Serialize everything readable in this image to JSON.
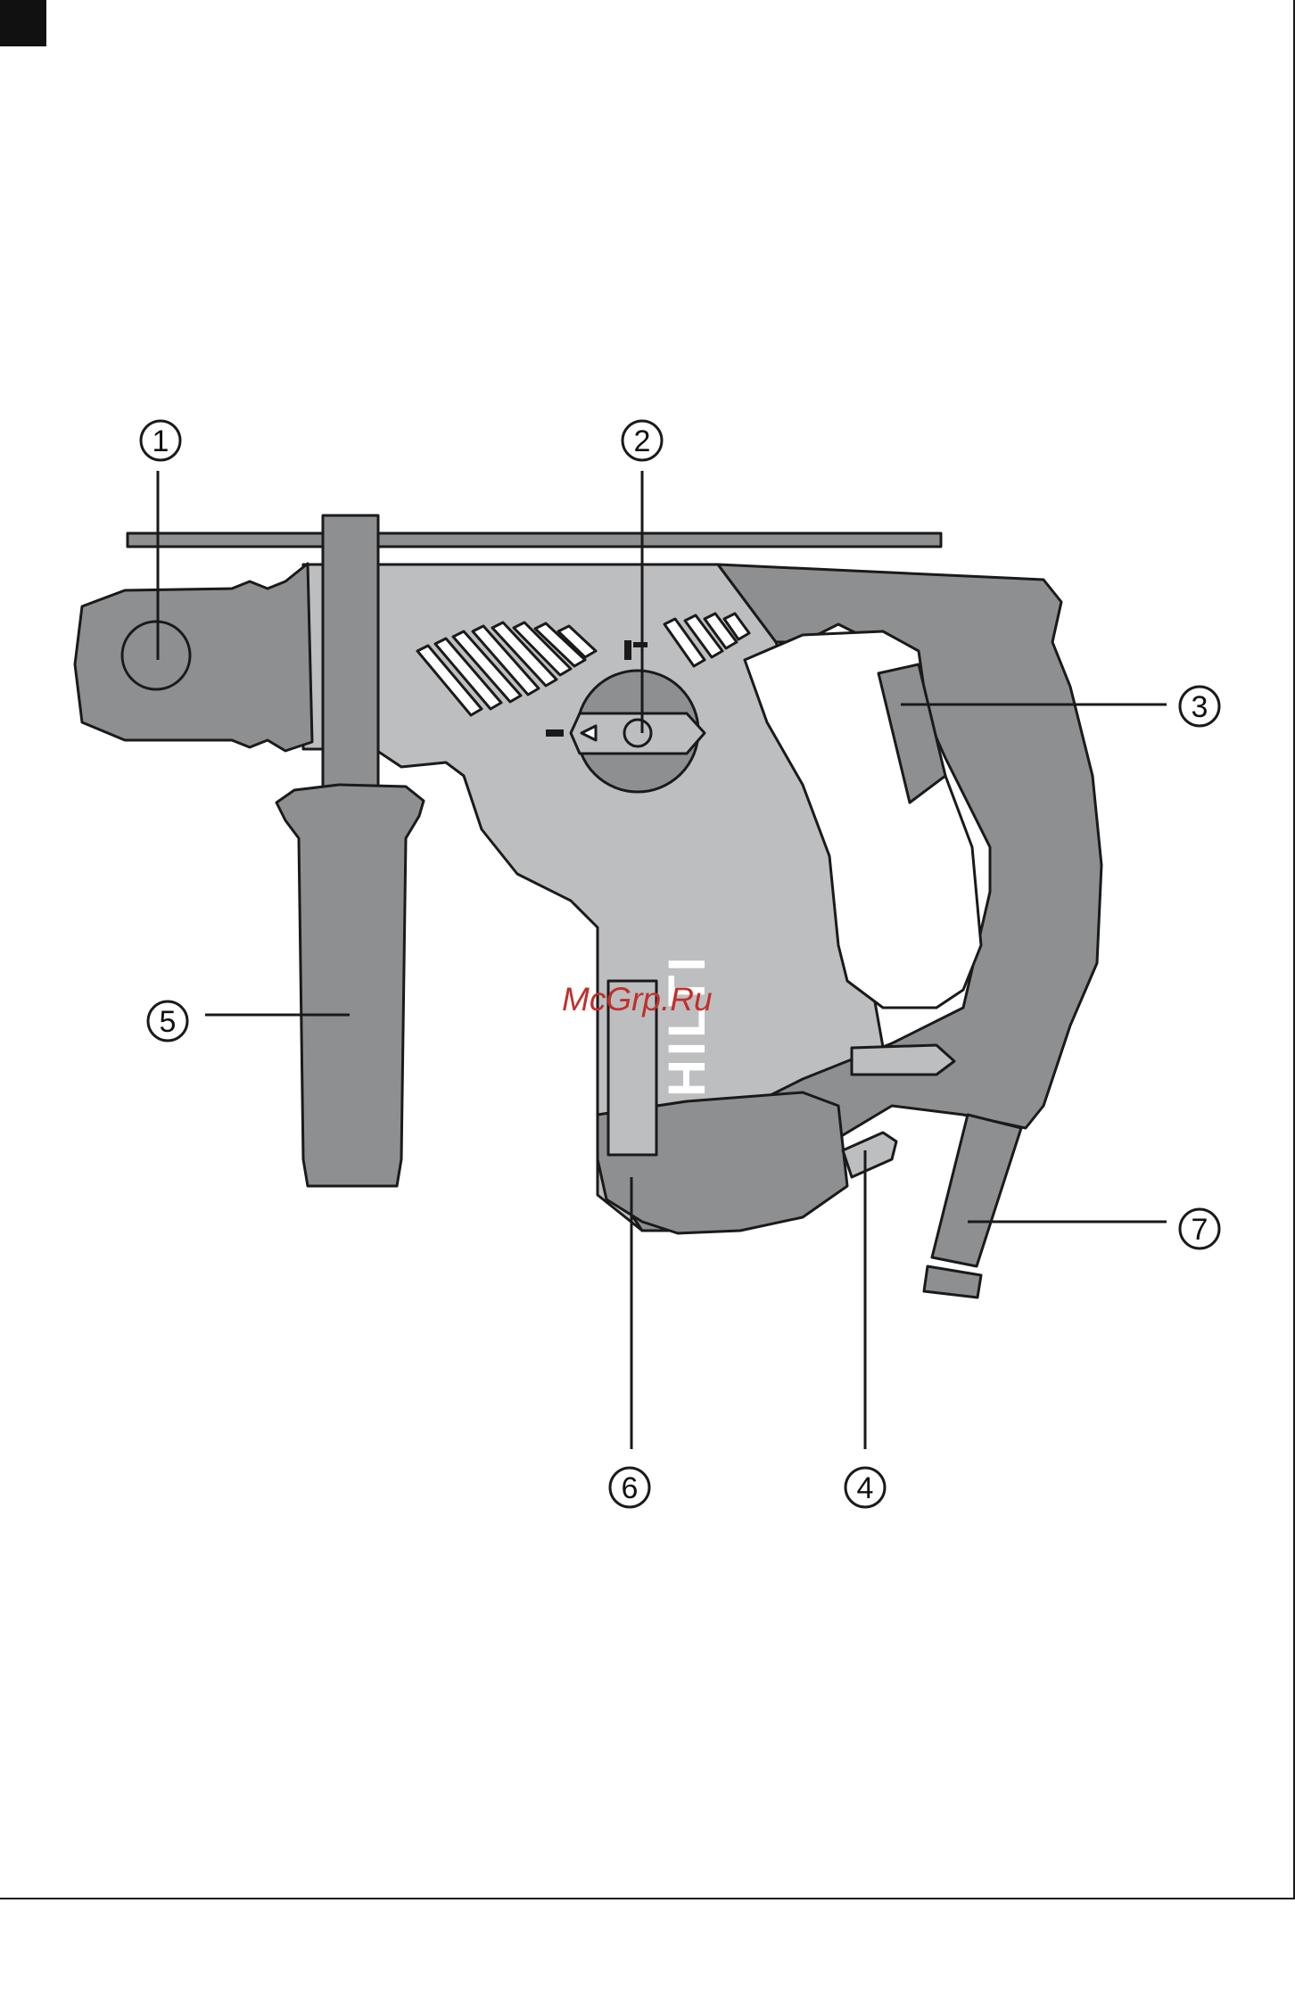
{
  "diagram": {
    "type": "labeled-product-illustration",
    "subject_icon": "rotary-hammer-drill",
    "callouts": [
      {
        "id": "1",
        "label": "1"
      },
      {
        "id": "2",
        "label": "2"
      },
      {
        "id": "3",
        "label": "3"
      },
      {
        "id": "4",
        "label": "4"
      },
      {
        "id": "5",
        "label": "5"
      },
      {
        "id": "6",
        "label": "6"
      },
      {
        "id": "7",
        "label": "7"
      }
    ],
    "brand_logo_text": "HILTI",
    "watermark": "McGrp.Ru"
  },
  "colors": {
    "body_light": "#bdbec0",
    "body_dark": "#8e8f91",
    "outline": "#1a1a1a",
    "watermark": "#c0302b"
  }
}
